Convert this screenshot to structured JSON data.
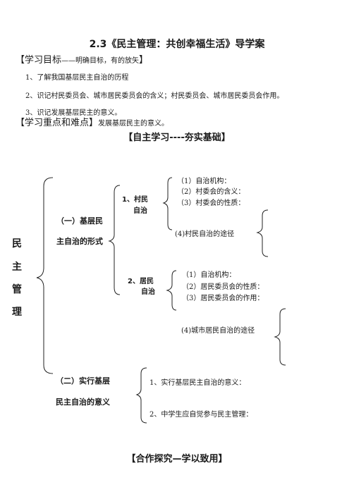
{
  "title": "2.3《民主管理：共创幸福生活》导学案",
  "goals": {
    "header_main": "【学习目标",
    "header_sub": "——明确目标，有的放矢",
    "header_close": "】",
    "items": [
      "1、了解我国基层民主自治的历程",
      "2、识记村民委员会、城市居民委员会的含义；村民委员会、城市居民委员会作用。",
      "3、识记发展基层民主的意义。"
    ]
  },
  "focus": {
    "header": "【学习重点和难点】",
    "text": "发展基层民主的意义。"
  },
  "self_study": "【自主学习----夯实基础】",
  "tree": {
    "root": [
      "民",
      "主",
      "管",
      "理"
    ],
    "branch1": {
      "line1": "（一）基层民",
      "line2": "主自治的形式"
    },
    "village": {
      "line1": "1、村民",
      "line2": "自治"
    },
    "village_items": [
      "（1）自治机构：",
      "（2）村委会的含义：",
      "（3）村委会的性质：",
      "(4)村民自治的途径"
    ],
    "resident": {
      "line1": "2、居民",
      "line2": "自治"
    },
    "resident_items": [
      "（1）自治机构：",
      "（2）居民委员会的性质：",
      "（3）居民委员会的作用：",
      "(4)城市居民自治的途径"
    ],
    "branch2": {
      "line1": "（二）实行基层",
      "line2": "民主自治的意义"
    },
    "meaning_items": [
      "1、实行基层民主自治的意义：",
      "2、中学生应自觉参与民主管理："
    ]
  },
  "cooperate": "【合作探究—学以致用】"
}
